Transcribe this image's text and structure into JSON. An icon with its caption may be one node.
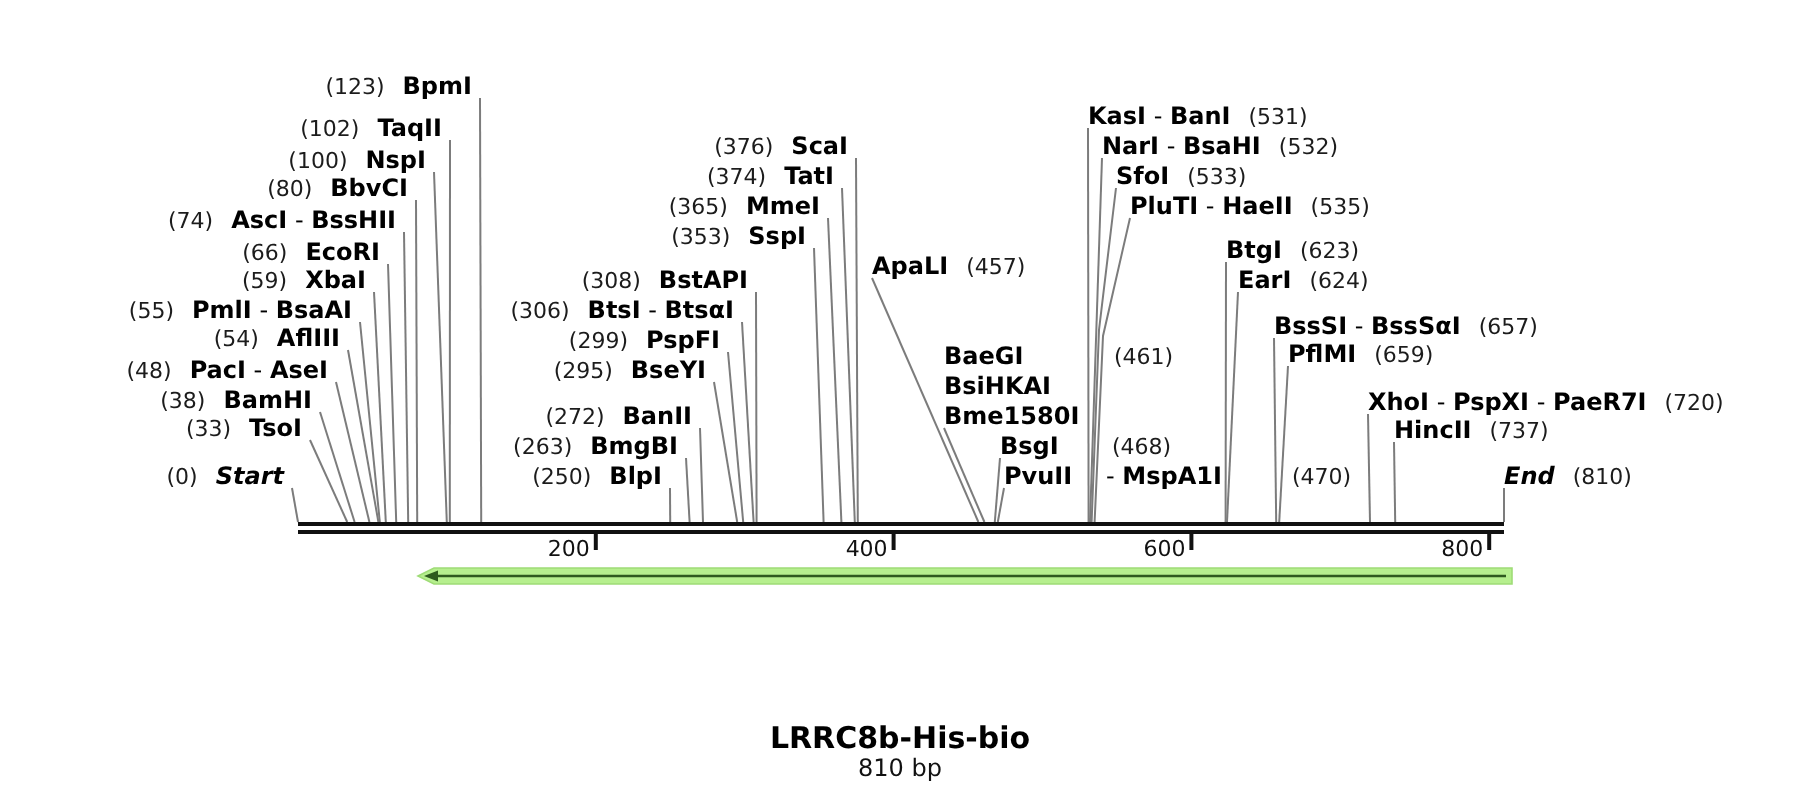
{
  "diagram": {
    "title": "LRRC8b-His-bio",
    "nodes": [
      {
        "text": [
          "(123)",
          "BpmI"
        ]
      },
      {
        "text": [
          "(102)",
          "TaqII"
        ]
      },
      {
        "text": [
          "(100)",
          "NspI"
        ]
      },
      {
        "text": [
          "(80)",
          "BbvCI"
        ]
      },
      {
        "text": [
          "(74)",
          "**AscI** - **BssHII**"
        ]
      },
      {
        "text": [
          "(66)",
          "EcoRI"
        ]
      },
      {
        "text": [
          "(59)",
          "XbaI"
        ]
      },
      {
        "text": [
          "(55)",
          "**PmlI** - **BsaAI**"
        ]
      },
      {
        "text": [
          "(54)",
          "AflIII"
        ]
      },
      {
        "text": [
          "(48)",
          "**PacI** - **AseI**"
        ]
      },
      {
        "text": [
          "(38)",
          "BamHI"
        ]
      },
      {
        "text": [
          "(33)",
          "TsoI"
        ]
      },
      {
        "text": [
          "(0)",
          "Start"
        ]
      },
      {
        "text": [
          "(376)",
          "ScaI"
        ]
      },
      {
        "text": [
          "(374)",
          "TatI"
        ]
      },
      {
        "text": [
          "(365)",
          "MmeI"
        ]
      },
      {
        "text": [
          "(353)",
          "SspI"
        ]
      },
      {
        "text": [
          "(308)",
          "BstAPI"
        ]
      },
      {
        "text": [
          "(306)",
          "**BtsI** - **BtsαI**"
        ]
      },
      {
        "text": [
          "(299)",
          "PspFI"
        ]
      },
      {
        "text": [
          "(295)",
          "BseYI"
        ]
      },
      {
        "text": [
          "(272)",
          "BanII"
        ]
      },
      {
        "text": [
          "(263)",
          "BmgBI"
        ]
      },
      {
        "text": [
          "(250)",
          "BlpI"
        ]
      },
      {
        "text": [
          "**KasI** - **BanI**",
          "(531)"
        ]
      },
      {
        "text": [
          "**NarI** - **BsaHI**",
          "(532)"
        ]
      },
      {
        "text": [
          "SfoI",
          "(533)"
        ]
      },
      {
        "text": [
          "**PluTI** - **HaeII**",
          "(535)"
        ]
      },
      {
        "text": [
          "ApaLI",
          "(457)"
        ]
      },
      {
        "text": [
          "BaeGI",
          "(461)",
          "BsiHKAI",
          "Bme1580I"
        ]
      },
      {
        "text": [
          "BsgI",
          "(468)"
        ]
      },
      {
        "text": [
          "PvuII",
          "- **MspA1I**",
          "(470)"
        ]
      },
      {
        "text": [
          "BtgI",
          "(623)"
        ]
      },
      {
        "text": [
          "EarI",
          "(624)"
        ]
      },
      {
        "text": [
          "**BssSI** - **BssSαI**",
          "(657)"
        ]
      },
      {
        "text": [
          "PflMI",
          "(659)"
        ]
      },
      {
        "text": [
          "**XhoI** - **PspXI** - **PaeR7I**",
          "(720)"
        ]
      },
      {
        "text": [
          "HincII",
          "(737)"
        ]
      },
      {
        "text": [
          "End",
          "(810)"
        ]
      },
      {
        "text": [],
        "shape": "bar"
      }
    ],
    "edges": [
      {
        "from": 0,
        "to": 39,
        "arrow": "none"
      },
      {
        "from": 1,
        "to": 39,
        "arrow": "none"
      },
      {
        "from": 2,
        "to": 39,
        "arrow": "none"
      },
      {
        "from": 3,
        "to": 39,
        "arrow": "none"
      },
      {
        "from": 4,
        "to": 39,
        "arrow": "none"
      },
      {
        "from": 5,
        "to": 39,
        "arrow": "none"
      },
      {
        "from": 6,
        "to": 39,
        "arrow": "none"
      },
      {
        "from": 7,
        "to": 39,
        "arrow": "none"
      },
      {
        "from": 8,
        "to": 39,
        "arrow": "none"
      },
      {
        "from": 9,
        "to": 39,
        "arrow": "none"
      },
      {
        "from": 10,
        "to": 39,
        "arrow": "none"
      },
      {
        "from": 11,
        "to": 39,
        "arrow": "none"
      },
      {
        "from": 12,
        "to": 39,
        "arrow": "none"
      },
      {
        "from": 13,
        "to": 39,
        "arrow": "none"
      },
      {
        "from": 14,
        "to": 39,
        "arrow": "none"
      },
      {
        "from": 15,
        "to": 39,
        "arrow": "none"
      },
      {
        "from": 16,
        "to": 39,
        "arrow": "none"
      },
      {
        "from": 17,
        "to": 39,
        "arrow": "none"
      },
      {
        "from": 18,
        "to": 39,
        "arrow": "none"
      },
      {
        "from": 19,
        "to": 39,
        "arrow": "none"
      },
      {
        "from": 20,
        "to": 39,
        "arrow": "none"
      },
      {
        "from": 21,
        "to": 39,
        "arrow": "none"
      },
      {
        "from": 22,
        "to": 39,
        "arrow": "none"
      },
      {
        "from": 23,
        "to": 39,
        "arrow": "none"
      },
      {
        "from": 24,
        "to": 39,
        "arrow": "none"
      },
      {
        "from": 25,
        "to": 39,
        "arrow": "none"
      },
      {
        "from": 26,
        "to": 39,
        "arrow": "none"
      },
      {
        "from": 27,
        "to": 39,
        "arrow": "none"
      },
      {
        "from": 28,
        "to": 39,
        "arrow": "none"
      },
      {
        "from": 29,
        "to": 39,
        "arrow": "none"
      },
      {
        "from": 30,
        "to": 39,
        "arrow": "none"
      },
      {
        "from": 31,
        "to": 39,
        "arrow": "none"
      },
      {
        "from": 32,
        "to": 39,
        "arrow": "none"
      },
      {
        "from": 33,
        "to": 39,
        "arrow": "none"
      },
      {
        "from": 34,
        "to": 39,
        "arrow": "none"
      },
      {
        "from": 35,
        "to": 39,
        "arrow": "none"
      },
      {
        "from": 36,
        "to": 39,
        "arrow": "none"
      },
      {
        "from": 37,
        "to": 39,
        "arrow": "none"
      },
      {
        "from": 38,
        "to": 39,
        "arrow": "none"
      }
    ],
    "labels": [
      "200",
      "400",
      "600",
      "800",
      "810 bp"
    ]
  }
}
